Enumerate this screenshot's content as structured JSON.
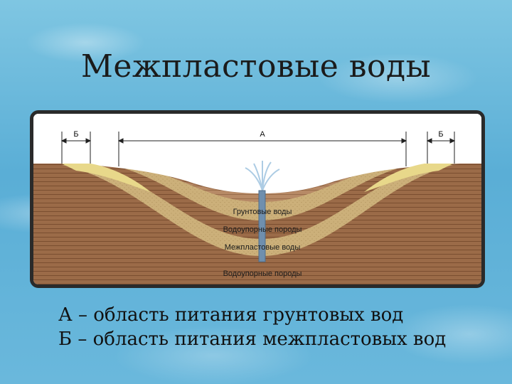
{
  "slide": {
    "title": "Межпластовые воды"
  },
  "diagram": {
    "labels": {
      "a": "А",
      "b_left": "Б",
      "b_right": "Б",
      "groundwater": "Грунтовые воды",
      "aquiclude_upper": "Водоупорные породы",
      "interstratal": "Межпластовые воды",
      "aquiclude_lower": "Водоупорные породы"
    },
    "colors": {
      "sky": "#ffffff",
      "bedrock": "#9b6b48",
      "aquifer_sand": "#ccb07a",
      "outcrop_yellow": "#e8d88a",
      "upper_soil": "#b78a66",
      "well_pipe": "#6f8fae",
      "frame": "#2a2a2a"
    }
  },
  "legend": {
    "line_a": "А – область питания грунтовых вод",
    "line_b": "Б – область питания межпластовых вод"
  }
}
